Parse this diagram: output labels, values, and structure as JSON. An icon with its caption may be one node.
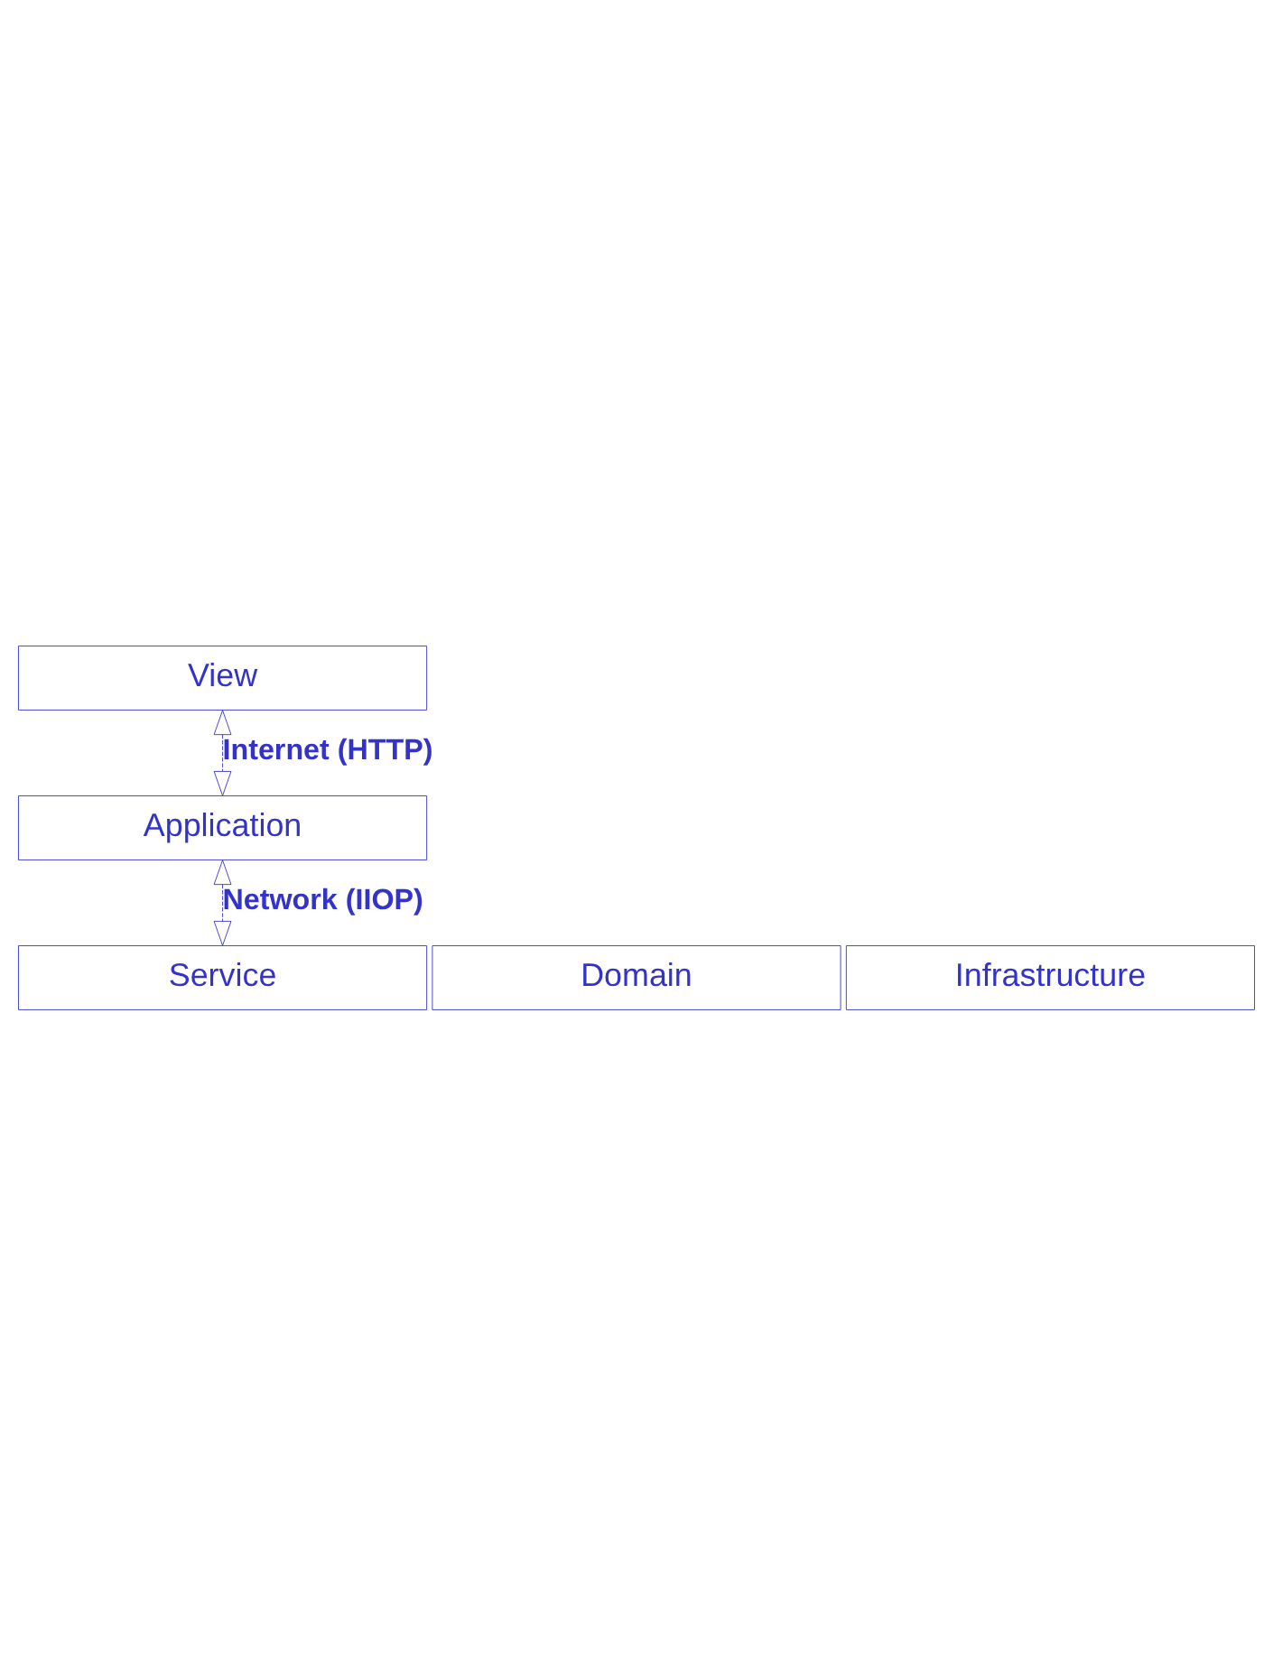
{
  "diagram": {
    "nodes": [
      {
        "text": [
          "View"
        ]
      },
      {
        "text": [
          "Application"
        ]
      },
      {
        "text": [
          "Service"
        ]
      },
      {
        "text": [
          "Domain"
        ]
      },
      {
        "text": [
          "Infrastructure"
        ]
      }
    ],
    "edges": [
      {
        "from": 0,
        "to": 1,
        "arrow": "both",
        "style": "dashed",
        "label": "Internet (HTTP)"
      },
      {
        "from": 1,
        "to": 2,
        "arrow": "both",
        "style": "dashed",
        "label": "Network (IIOP)"
      }
    ]
  }
}
